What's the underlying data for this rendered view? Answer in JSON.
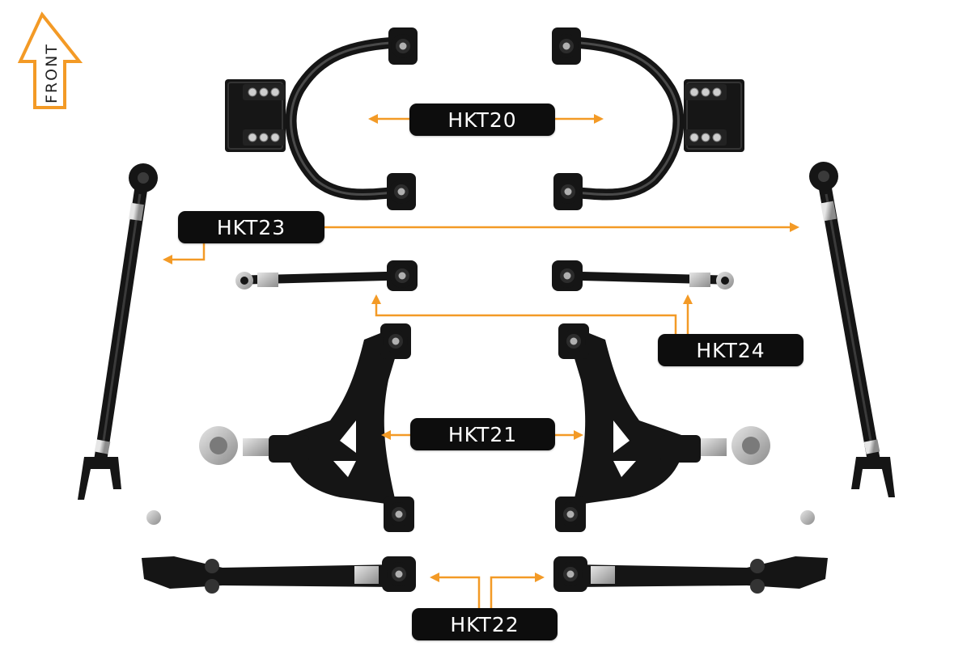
{
  "colors": {
    "accent": "#f39a26",
    "part": "#151515",
    "part_highlight": "#3a3a3a",
    "steel": "#b9b9b9",
    "label_bg": "#0d0d0d",
    "label_text": "#ffffff"
  },
  "front_indicator": {
    "text": "FRONT",
    "icon": "up-arrow-icon"
  },
  "labels": {
    "hkt20": "HKT20",
    "hkt21": "HKT21",
    "hkt22": "HKT22",
    "hkt23": "HKT23",
    "hkt24": "HKT24"
  }
}
